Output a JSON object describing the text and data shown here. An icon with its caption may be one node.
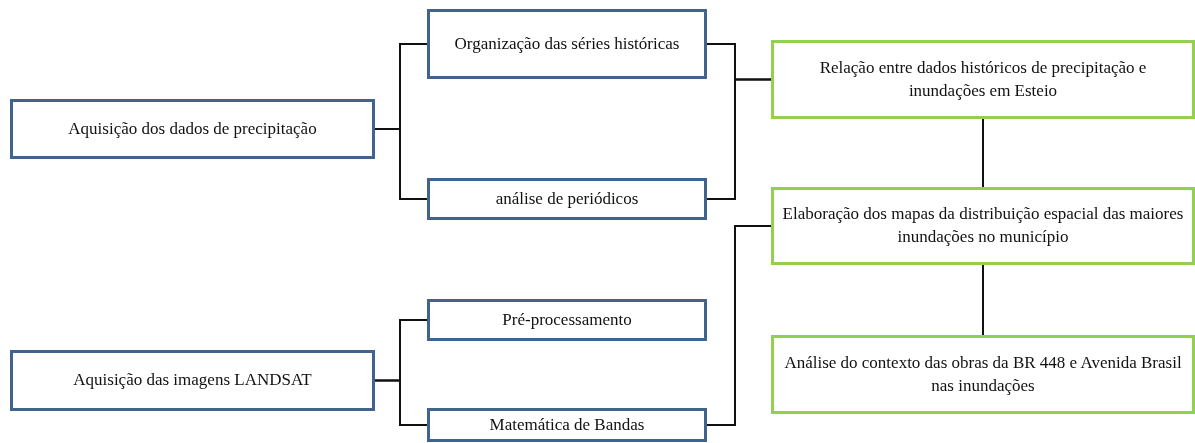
{
  "diagram": {
    "nodes": [
      {
        "text": [
          "Aquisição dos dados de precipitação"
        ]
      },
      {
        "text": [
          "Organização das séries históricas"
        ]
      },
      {
        "text": [
          "análise de periódicos"
        ]
      },
      {
        "text": [
          "Aquisição das imagens LANDSAT"
        ]
      },
      {
        "text": [
          "Pré-processamento"
        ]
      },
      {
        "text": [
          "Matemática de Bandas"
        ]
      },
      {
        "text": [
          "Relação entre dados históricos de precipitação e inundações em Esteio"
        ]
      },
      {
        "text": [
          "Elaboração dos mapas da distribuição espacial das maiores inundações no município"
        ]
      },
      {
        "text": [
          "Análise do contexto das obras da BR 448 e Avenida Brasil nas inundações"
        ]
      }
    ],
    "edges": [
      {
        "from": 0,
        "to": 1,
        "arrow": "none"
      },
      {
        "from": 0,
        "to": 2,
        "arrow": "none"
      },
      {
        "from": 3,
        "to": 4,
        "arrow": "none"
      },
      {
        "from": 3,
        "to": 5,
        "arrow": "none"
      },
      {
        "from": 1,
        "to": 6,
        "arrow": "none"
      },
      {
        "from": 2,
        "to": 6,
        "arrow": "none"
      },
      {
        "from": 5,
        "to": 7,
        "arrow": "none"
      },
      {
        "from": 6,
        "to": 7,
        "arrow": "none"
      },
      {
        "from": 7,
        "to": 8,
        "arrow": "none"
      }
    ]
  }
}
